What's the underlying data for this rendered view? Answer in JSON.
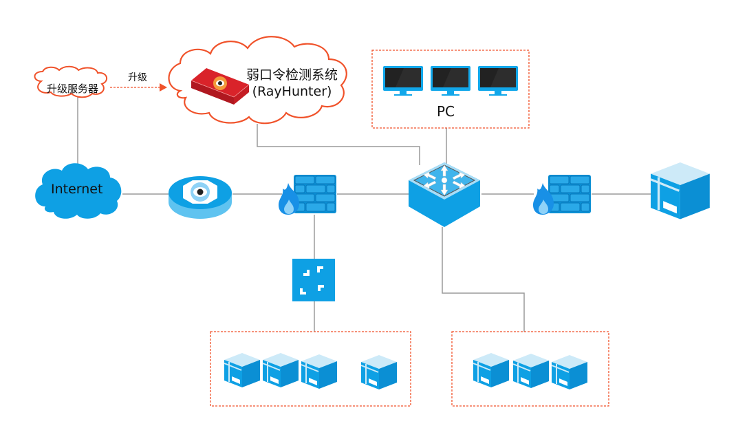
{
  "title": "弱口令检测系统 网络部署拓扑",
  "colors": {
    "accent_orange": "#f0522a",
    "device_blue": "#0ea0e4",
    "device_light": "#bfe6f8",
    "line_gray": "#9a9a9a",
    "device_red": "#d9232a"
  },
  "nodes": {
    "upgrade_server": {
      "label": "升级服务器",
      "icon": "cloud-outline-icon"
    },
    "upgrade_arrow": {
      "label": "升级",
      "icon": "dashed-arrow-icon"
    },
    "rayhunter": {
      "line1": "弱口令检测系统",
      "line2": "(RayHunter)",
      "icon": "red-appliance-eye-icon"
    },
    "internet": {
      "label": "Internet",
      "icon": "cloud-icon"
    },
    "monitor_device": {
      "icon": "eye-monitor-device-icon"
    },
    "firewall_left": {
      "icon": "firewall-icon"
    },
    "core_switch": {
      "icon": "layer3-switch-icon"
    },
    "firewall_right": {
      "icon": "firewall-icon"
    },
    "server_right": {
      "icon": "server-cube-icon"
    },
    "access_switch": {
      "icon": "switch-arrows-icon"
    },
    "pc_group": {
      "label": "PC",
      "count": 3,
      "icon": "monitor-icon"
    },
    "server_group_left": {
      "count": 4,
      "icon": "server-cube-icon"
    },
    "server_group_right": {
      "count": 3,
      "icon": "server-cube-icon"
    }
  }
}
